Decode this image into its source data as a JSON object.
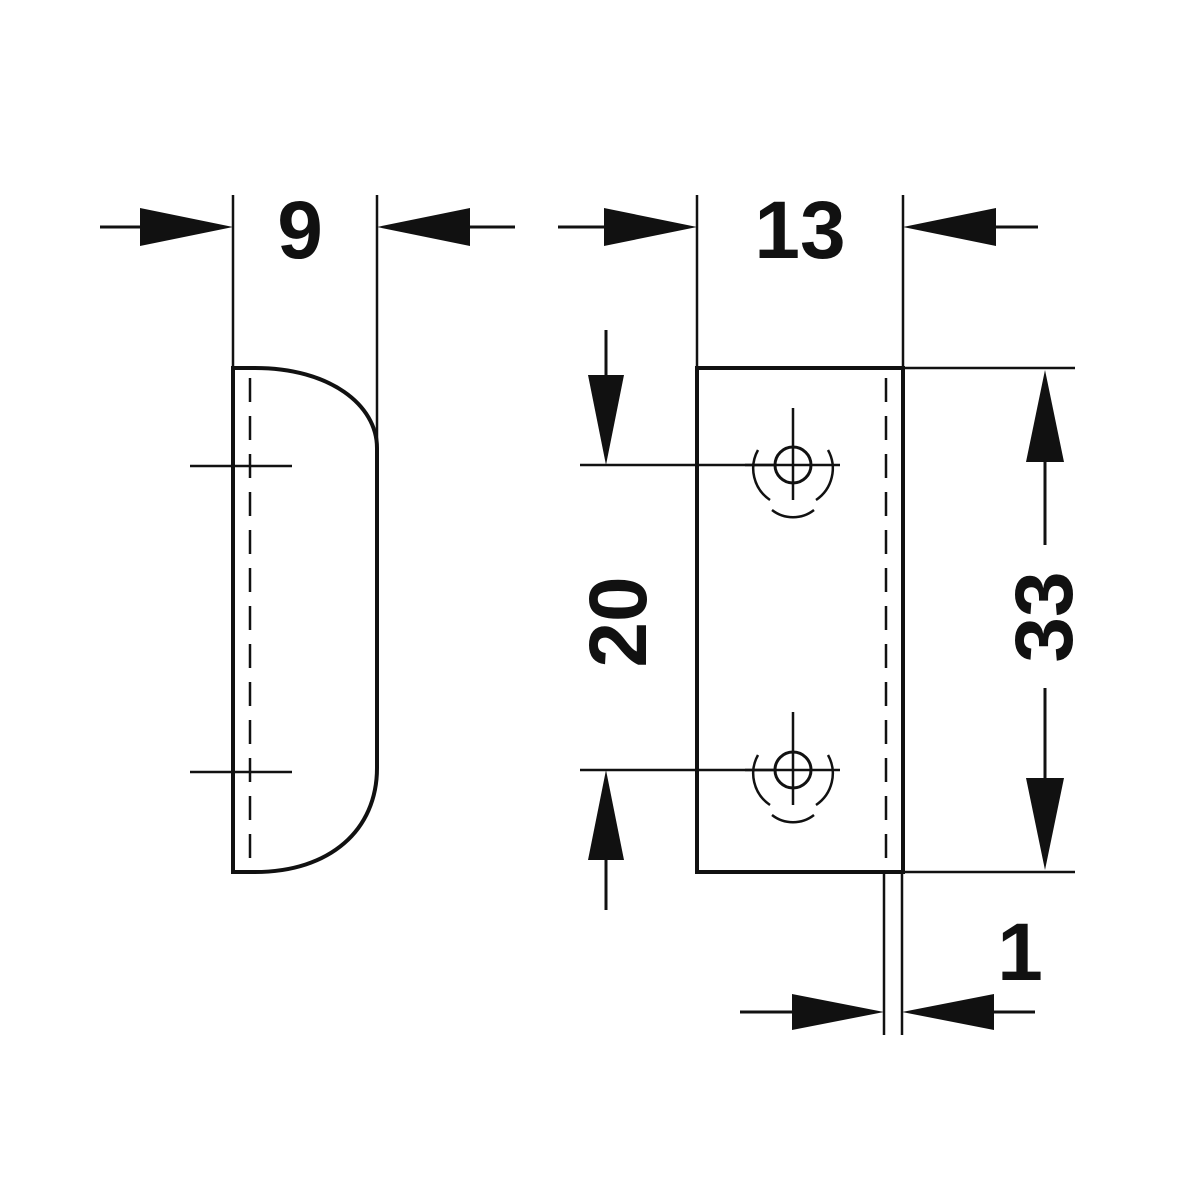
{
  "dimensions": {
    "side_depth": "9",
    "front_width": "13",
    "hole_spacing": "20",
    "height": "33",
    "plate_thickness": "1"
  }
}
